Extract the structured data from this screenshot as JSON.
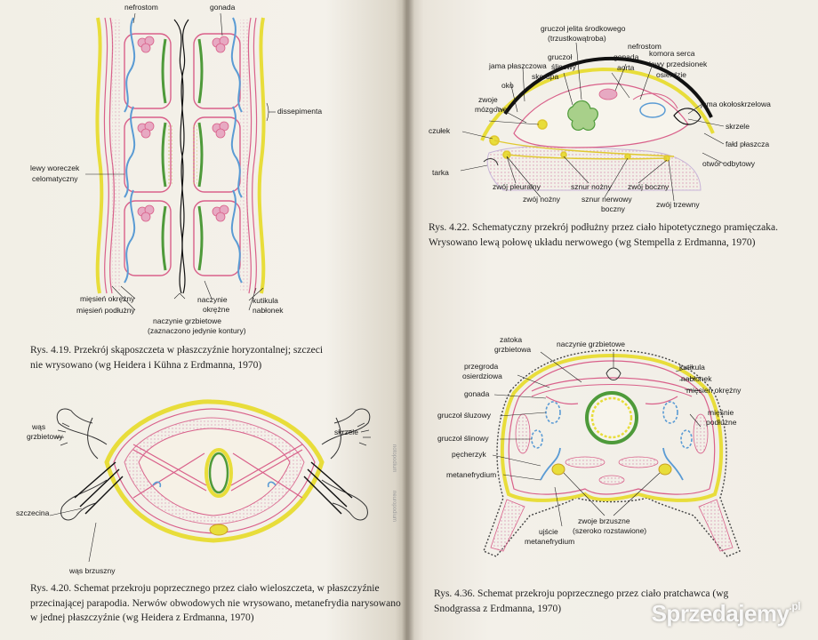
{
  "fig419": {
    "labels": {
      "nefrostom": "nefrostom",
      "gonada": "gonada",
      "dissepimenta": "dissepimenta",
      "lewy_woreczek": "lewy woreczek",
      "celomatyczny": "celomatyczny",
      "miesien_okrezny": "mięsień okrężny",
      "miesien_podluzny": "mięsień podłużny",
      "naczynie": "naczynie",
      "okrezne": "okrężne",
      "naczynie_grzbietowe": "naczynie grzbietowe",
      "zaznaczono": "(zaznaczono jedynie kontury)",
      "kutikula": "kutikula",
      "nablonek": "nabłonek"
    },
    "caption": "Rys. 4.19. Przekrój skąposzczeta w płaszczyźnie horyzontalnej; szczeci nie wrysowano (wg Heidera i Kühna z Erdmanna, 1970)"
  },
  "fig420": {
    "labels": {
      "was_grzbietowy_1": "wąs",
      "was_grzbietowy_2": "grzbietowy",
      "skrzele": "skrzele",
      "szczecina": "szczecina",
      "was_brzuszny": "wąs brzuszny",
      "notopodium": "notopodium",
      "neuropodium": "neuropodium"
    },
    "caption": "Rys. 4.20. Schemat przekroju poprzecznego przez ciało wieloszczeta, w płaszczyźnie przecinającej parapodia. Nerwów obwodowych nie wrysowano, metanefrydia narysowano w jednej płaszczyźnie (wg Heidera z Erdmanna, 1970)"
  },
  "fig422": {
    "labels": {
      "gruczol_jelita": "gruczoł jelita środkowego",
      "trzustkowatroba": "(trzustkowątroba)",
      "jama_plaszczowa": "jama płaszczowa",
      "gruczol": "gruczoł",
      "slinowy": "ślinowy",
      "gonada": "gonada",
      "nefrostom": "nefrostom",
      "komora_serca": "komora serca",
      "skorupa": "skorupa",
      "aorta": "aorta",
      "lewy_przedsionek": "lewy przedsionek",
      "osierdzie": "osierdzie",
      "oko": "oko",
      "zwoje_mozgowe_1": "zwoje",
      "zwoje_mozgowe_2": "mózgowe",
      "jama_okoloskrzelowa": "jama okołoskrzelowa",
      "czulek": "czułek",
      "skrzele": "skrzele",
      "fald_plaszcza": "fałd płaszcza",
      "otwor_odbytowy": "otwór odbytowy",
      "tarka": "tarka",
      "zwoj_pleuralny": "zwój pleuralny",
      "sznur_nozny": "sznur nożny",
      "zwoj_boczny": "zwój boczny",
      "zwoj_nozny": "zwój nożny",
      "sznur_nerwowy_1": "sznur nerwowy",
      "sznur_nerwowy_2": "boczny",
      "zwoj_trzewny": "zwój trzewny"
    },
    "caption": "Rys. 4.22. Schematyczny przekrój podłużny przez ciało hipotetycznego pramięczaka. Wrysowano lewą połowę układu nerwowego (wg Stempella z Erdmanna, 1970)"
  },
  "fig436": {
    "labels": {
      "naczynie_grzbietowe": "naczynie grzbietowe",
      "zatoka_1": "zatoka",
      "zatoka_2": "grzbietowa",
      "przegroda_1": "przegroda",
      "przegroda_2": "osierdziowa",
      "kutikula": "kutikula",
      "nablonek": "nabłonek",
      "gonada": "gonada",
      "miesien_okrezny": "mięsień okrężny",
      "gruczol_sluzowy": "gruczoł śluzowy",
      "miesnie_podluzne_1": "mięśnie",
      "miesnie_podluzne_2": "podłużne",
      "gruczol_slinowy": "gruczoł ślinowy",
      "pecherzyk": "pęcherzyk",
      "metanefrydium": "metanefrydium",
      "ujscie_1": "ujście",
      "ujscie_2": "metanefrydium",
      "zwoje_brzuszne": "zwoje brzuszne",
      "szeroko": "(szeroko rozstawione)"
    },
    "caption": "Rys. 4.36. Schemat przekroju poprzecznego przez ciało pratchawca (wg Snodgrassa z Erdmanna, 1970)"
  },
  "watermark": {
    "brand": "Sprzedajemy",
    "tld": ".pl"
  },
  "colors": {
    "pink": "#d9608a",
    "yellow": "#e8dd3a",
    "blue": "#5a9bd4",
    "green": "#4e9a3a",
    "lilac": "#c8b4d8",
    "stipple": "#d998b4"
  }
}
